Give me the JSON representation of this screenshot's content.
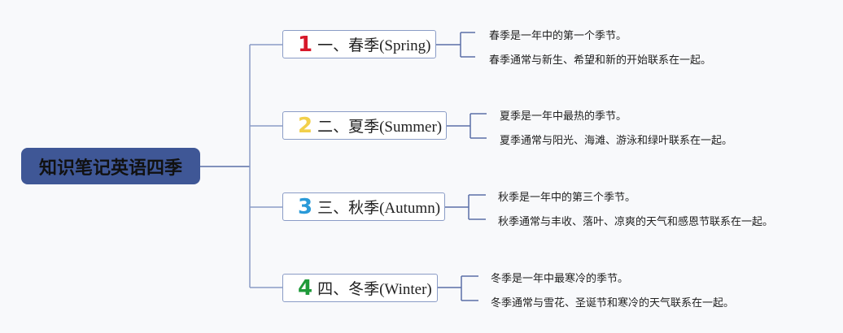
{
  "root": {
    "label": "知识笔记英语四季",
    "color": "#3f5796"
  },
  "branches": [
    {
      "number": "1",
      "number_color": "#d7182a",
      "label": "一、春季(Spring)",
      "children": [
        "春季是一年中的第一个季节。",
        "春季通常与新生、希望和新的开始联系在一起。"
      ]
    },
    {
      "number": "2",
      "number_color": "#f2d04b",
      "label": "二、夏季(Summer)",
      "children": [
        "夏季是一年中最热的季节。",
        "夏季通常与阳光、海滩、游泳和绿叶联系在一起。"
      ]
    },
    {
      "number": "3",
      "number_color": "#2a9ad8",
      "label": "三、秋季(Autumn)",
      "children": [
        "秋季是一年中的第三个季节。",
        "秋季通常与丰收、落叶、凉爽的天气和感恩节联系在一起。"
      ]
    },
    {
      "number": "4",
      "number_color": "#1f9a3a",
      "label": "四、冬季(Winter)",
      "children": [
        "冬季是一年中最寒冷的季节。",
        "冬季通常与雪花、圣诞节和寒冷的天气联系在一起。"
      ]
    }
  ]
}
